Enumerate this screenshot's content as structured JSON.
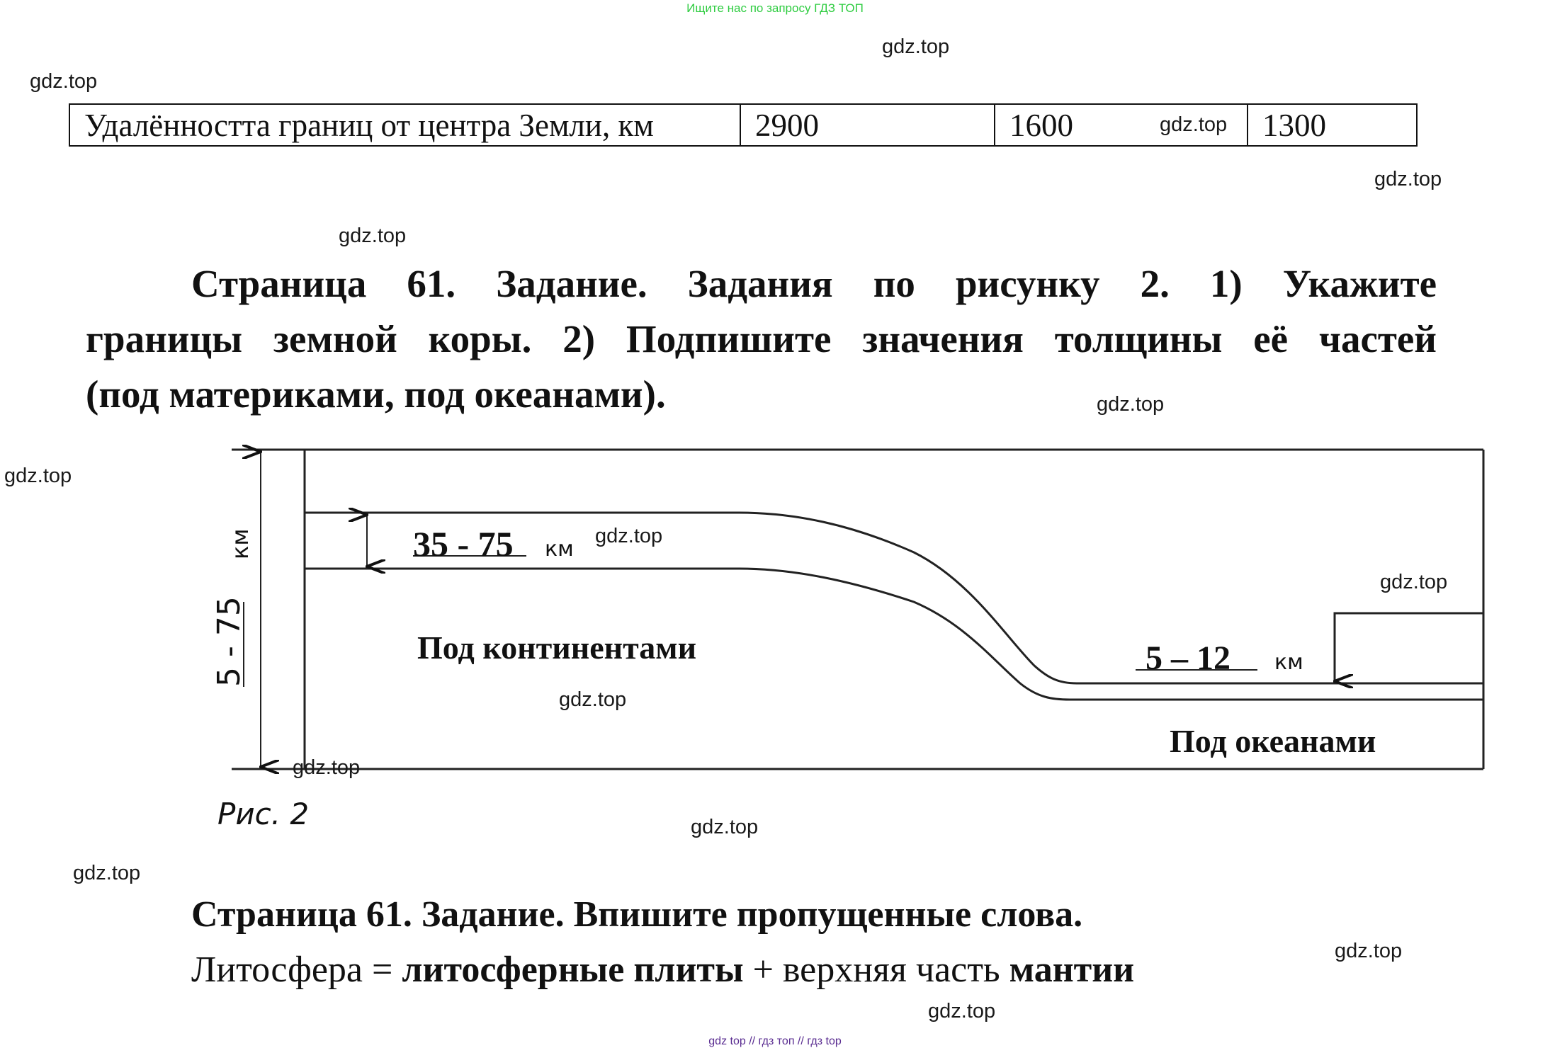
{
  "banner": "Ищите нас по запросу ГДЗ ТОП",
  "watermark": "gdz.top",
  "table": {
    "label": "Удалёнността границ от центра Земли, км",
    "values": [
      "2900",
      "1600",
      "1300"
    ]
  },
  "task1": "Страница 61. Задание. Задания по рисунку 2. 1) Укажите границы земной коры. 2) Подпишите значения толщины её частей (под материками, под океанами).",
  "figure": {
    "continental_thickness": "35 - 75",
    "continental_unit": "км",
    "continental_label": "Под континентами",
    "oceanic_thickness": "5 – 12",
    "oceanic_unit": "км",
    "oceanic_label": "Под океанами",
    "total_range": "5 - 75",
    "total_unit": "км",
    "caption": "Рис. 2"
  },
  "task2": {
    "heading": "Страница 61. Задание. Впишите пропущенные слова.",
    "part1": "Литосфера = ",
    "answer1": "литосферные плиты",
    "part2": " + верхняя часть ",
    "answer2": "мантии"
  },
  "footer": "gdz top  //  гдз топ  //  гдз top"
}
